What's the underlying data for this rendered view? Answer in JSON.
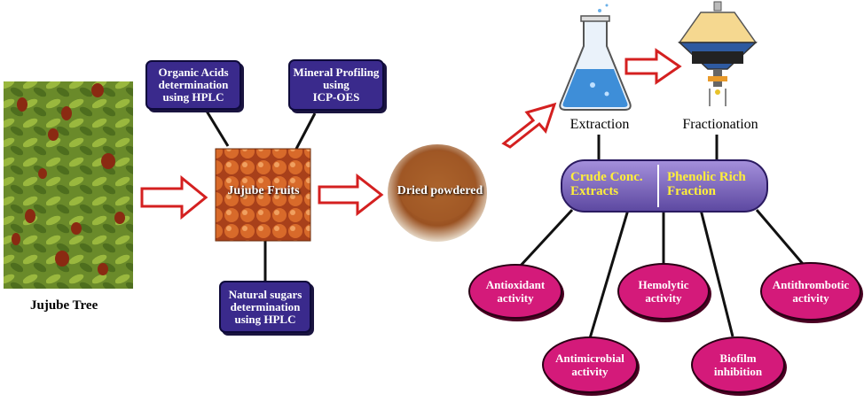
{
  "tree": {
    "label": "Jujube Tree"
  },
  "fruits": {
    "label": "Jujube Fruits"
  },
  "powder": {
    "label": "Dried powdered"
  },
  "boxes": {
    "organic": {
      "line1": "Organic Acids",
      "line2": "determination",
      "line3": "using HPLC"
    },
    "mineral": {
      "line1": "Mineral Profiling",
      "line2": "using",
      "line3": "ICP-OES"
    },
    "sugars": {
      "line1": "Natural sugars",
      "line2": "determination",
      "line3": "using HPLC"
    }
  },
  "extraction": {
    "label": "Extraction"
  },
  "fractionation": {
    "label": "Fractionation"
  },
  "extract_bar": {
    "left_line1": "Crude Conc.",
    "left_line2": "Extracts",
    "right_line1": "Phenolic Rich",
    "right_line2": "Fraction"
  },
  "activities": {
    "antioxidant": {
      "line1": "Antioxidant",
      "line2": "activity"
    },
    "antimicrobial": {
      "line1": "Antimicrobial",
      "line2": "activity"
    },
    "hemolytic": {
      "line1": "Hemolytic",
      "line2": "activity"
    },
    "biofilm": {
      "line1": "Biofilm",
      "line2": "inhibition"
    },
    "antithrombotic": {
      "line1": "Antithrombotic",
      "line2": "activity"
    }
  },
  "colors": {
    "arrow": "#d42020",
    "box": "#3a2a8c",
    "pill": "#d41a7a",
    "bar": "#8a72c8",
    "bar_text": "#ffef3a"
  }
}
